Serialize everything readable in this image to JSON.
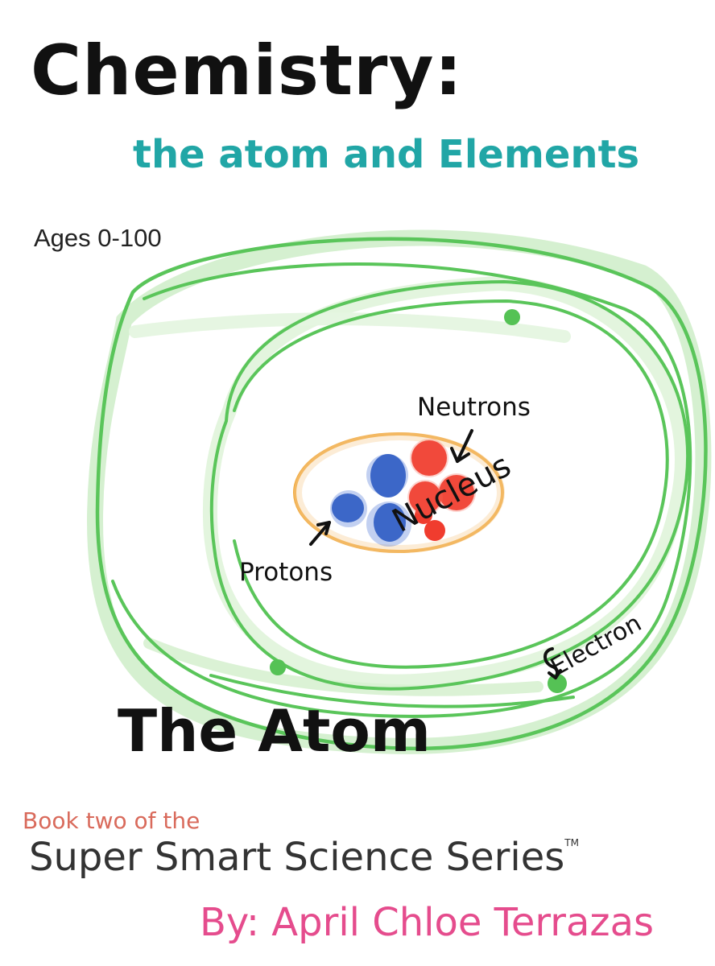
{
  "cover": {
    "title": "Chemistry:",
    "subtitle": "the atom and Elements",
    "ages": "Ages 0-100",
    "labels": {
      "neutrons": "Neutrons",
      "protons": "Protons",
      "nucleus": "Nucleus",
      "electron": "Electron",
      "the_atom": "The Atom"
    },
    "series_intro": "Book two of the",
    "series_name": "Super Smart Science Series",
    "series_trademark": "TM",
    "author_line": "By: April Chloe Terrazas"
  },
  "colors": {
    "title": "#111111",
    "subtitle": "#21a6a6",
    "orbit": "#4cc44c",
    "orbit_light": "#d3efcd",
    "nucleus_outline": "#f0a93e",
    "neutron_red": "#f03c2e",
    "proton_blue": "#3c67c8",
    "book_two": "#d96a5b",
    "series": "#333333",
    "author": "#e54c8d"
  },
  "icons": {
    "neutrons_arrow": "arrow-icon",
    "protons_arrow": "arrow-icon",
    "electron_arrow": "curved-arrow-icon"
  }
}
